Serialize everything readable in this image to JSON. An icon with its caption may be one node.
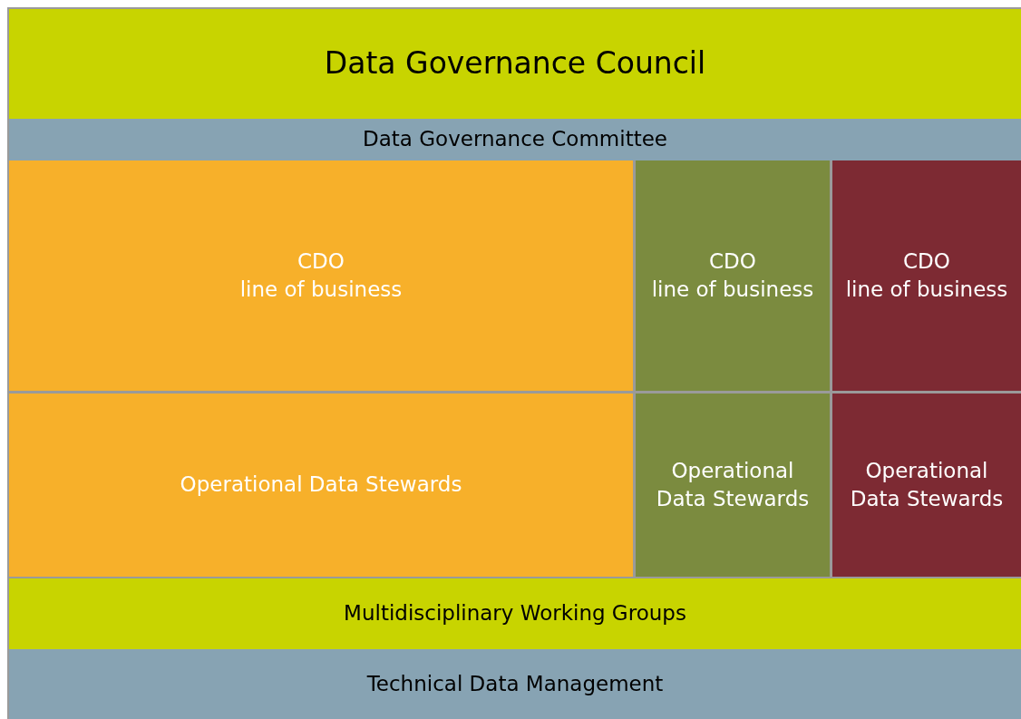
{
  "diagram": {
    "nodes": [
      {
        "text": [
          "Data Governance Council"
        ]
      },
      {
        "text": [
          "Data Governance Committee"
        ]
      },
      {
        "text": [
          "CDO",
          "line of business"
        ]
      },
      {
        "text": [
          "CDO",
          "line of business"
        ]
      },
      {
        "text": [
          "CDO",
          "line of business"
        ]
      },
      {
        "text": [
          "Operational Data Stewards"
        ]
      },
      {
        "text": [
          "Operational Data Stewards"
        ]
      },
      {
        "text": [
          "Operational Data Stewards"
        ]
      },
      {
        "text": [
          "Multidisciplinary Working Groups"
        ]
      },
      {
        "text": [
          "Technical Data Management"
        ]
      }
    ]
  }
}
